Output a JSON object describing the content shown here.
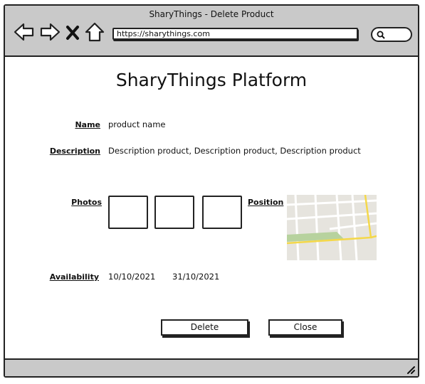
{
  "window": {
    "title": "SharyThings - Delete Product"
  },
  "browser": {
    "url": "https://sharythings.com",
    "icons": [
      "back-arrow-icon",
      "forward-arrow-icon",
      "close-x-icon",
      "home-icon",
      "search-icon"
    ]
  },
  "page": {
    "title": "SharyThings Platform",
    "fields": {
      "name_label": "Name",
      "name_value": "product name",
      "description_label": "Description",
      "description_value": "Description product, Description product, Description product",
      "photos_label": "Photos",
      "position_label": "Position",
      "availability_label": "Availability",
      "availability_from": "10/10/2021",
      "availability_to": "31/10/2021"
    },
    "buttons": {
      "delete": "Delete",
      "close": "Close"
    }
  },
  "colors": {
    "chrome": "#c9c9c9",
    "map_road": "#f4d84a",
    "map_park": "#b7d29e",
    "map_bg": "#e6e4de"
  }
}
